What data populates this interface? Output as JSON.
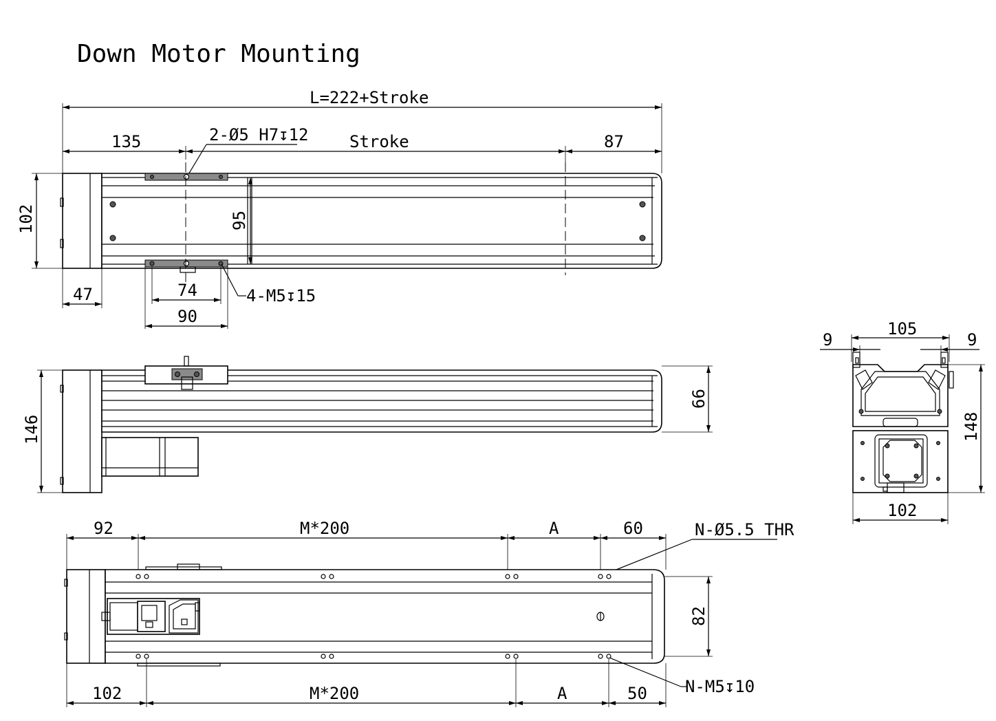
{
  "title": "Down Motor Mounting",
  "top_view": {
    "overall_length": "L=222+Stroke",
    "left_offset": "135",
    "hole_spec_top": "2-Ø5 H7↧12",
    "stroke": "Stroke",
    "right_offset": "87",
    "height": "102",
    "inner_height": "95",
    "end_cap": "47",
    "hole_pitch_inner": "74",
    "carriage_width": "90",
    "thread_spec": "4-M5↧15"
  },
  "side_view": {
    "total_height": "146",
    "rail_height": "66"
  },
  "end_view": {
    "left_gap": "9",
    "width_top": "105",
    "right_gap": "9",
    "height": "148",
    "base_width": "102"
  },
  "bottom_view": {
    "top_left_offset": "92",
    "top_pitch": "M*200",
    "top_a": "A",
    "top_right_offset": "60",
    "through_hole_spec": "N-Ø5.5 THR",
    "hole_spacing": "82",
    "thread_spec": "N-M5↧10",
    "bottom_left_offset": "102",
    "bottom_pitch": "M*200",
    "bottom_a": "A",
    "bottom_right_offset": "50"
  }
}
